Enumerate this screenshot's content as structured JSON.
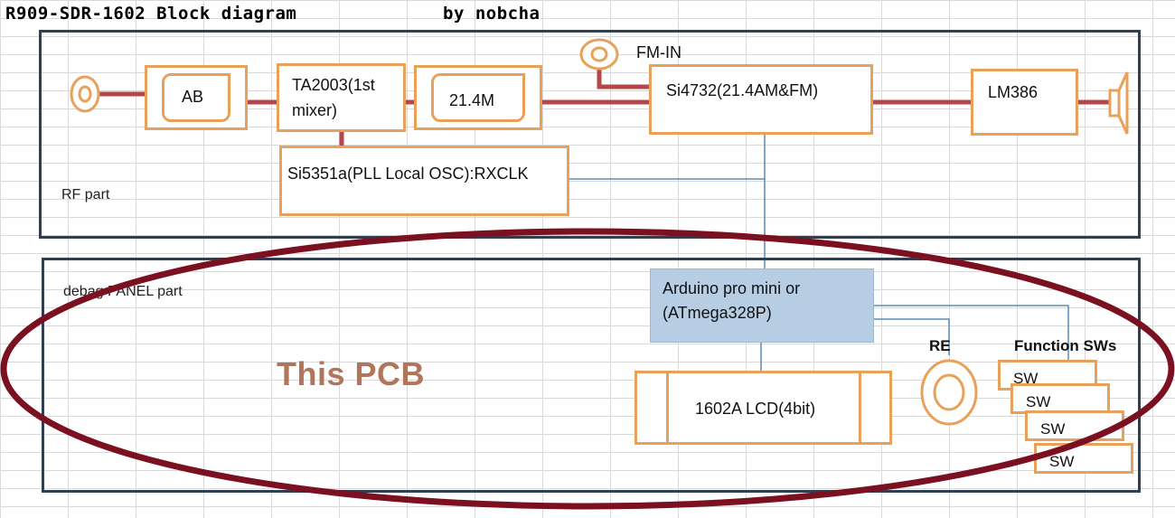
{
  "title": {
    "main": "R909-SDR-1602 Block diagram",
    "author": "by nobcha"
  },
  "rf_part": {
    "label": "RF part"
  },
  "panel_part": {
    "label": "debag PANEL part"
  },
  "blocks": {
    "ab": "AB",
    "ta2003_line1": "TA2003(1st",
    "ta2003_line2": "mixer)",
    "filter": "21.4M",
    "si4732": "Si4732(21.4AM&FM)",
    "lm386": "LM386",
    "si5351": "Si5351a(PLL Local OSC):RXCLK",
    "fm_in": "FM-IN",
    "arduino_line1": "Arduino pro mini  or",
    "arduino_line2": "(ATmega328P)",
    "lcd": "1602A LCD(4bit)",
    "re": "RE",
    "function_sws": "Function SWs",
    "switches": [
      "SW",
      "SW",
      "SW",
      "SW"
    ]
  },
  "annotation": "This PCB",
  "colors": {
    "block_border": "#e8a15a",
    "part_border": "#2e4057",
    "rf_line": "#b5474a",
    "signal_line": "#5b8bb8",
    "ellipse": "#7a1020",
    "mcu_fill": "#b7cde3"
  }
}
